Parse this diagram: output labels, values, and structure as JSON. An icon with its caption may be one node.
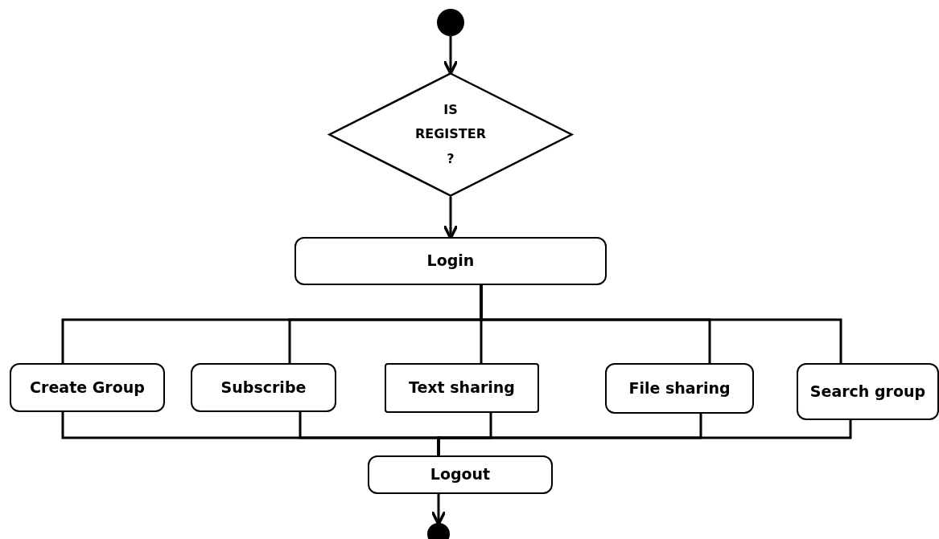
{
  "diagram": {
    "nodes": [
      {
        "text": [],
        "shape": "circle"
      },
      {
        "text": [
          "IS REGISTER ?"
        ]
      },
      {
        "text": [
          "Login"
        ]
      },
      {
        "text": [
          "Create Group"
        ]
      },
      {
        "text": [
          "Subscribe"
        ]
      },
      {
        "text": [
          "Text sharing"
        ]
      },
      {
        "text": [
          "File sharing"
        ]
      },
      {
        "text": [
          "Search group"
        ]
      },
      {
        "text": [
          "Logout"
        ]
      },
      {
        "text": [],
        "shape": "circle"
      }
    ],
    "edges": [
      {
        "from": 0,
        "to": 1,
        "arrow": "to"
      },
      {
        "from": 1,
        "to": 2,
        "arrow": "to"
      },
      {
        "from": 2,
        "to": 3,
        "arrow": "none"
      },
      {
        "from": 2,
        "to": 4,
        "arrow": "none"
      },
      {
        "from": 2,
        "to": 5,
        "arrow": "none"
      },
      {
        "from": 2,
        "to": 6,
        "arrow": "none"
      },
      {
        "from": 2,
        "to": 7,
        "arrow": "none"
      },
      {
        "from": 3,
        "to": 8,
        "arrow": "none"
      },
      {
        "from": 4,
        "to": 8,
        "arrow": "none"
      },
      {
        "from": 5,
        "to": 8,
        "arrow": "none"
      },
      {
        "from": 6,
        "to": 8,
        "arrow": "none"
      },
      {
        "from": 7,
        "to": 8,
        "arrow": "none"
      },
      {
        "from": 8,
        "to": 9,
        "arrow": "to"
      }
    ]
  }
}
